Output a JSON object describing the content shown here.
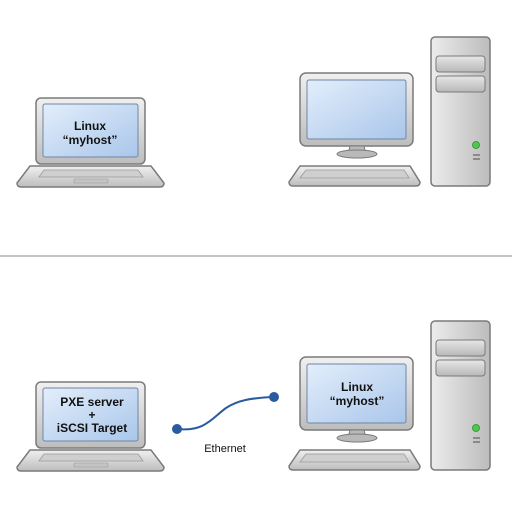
{
  "top_scene": {
    "laptop": {
      "line1": "Linux",
      "line2": "“myhost”"
    },
    "desktop": {
      "line1": "",
      "line2": ""
    }
  },
  "bottom_scene": {
    "laptop": {
      "line1": "PXE server",
      "line2": "+",
      "line3": "iSCSI Target"
    },
    "desktop": {
      "line1": "Linux",
      "line2": "“myhost”"
    },
    "cable": {
      "label": "Ethernet"
    }
  },
  "colors": {
    "screen": "#c9dcf3",
    "body": "#d8d8d8",
    "frame": "#7a7a7a",
    "cable": "#2a5aa0",
    "led": "#4cc84c",
    "divider": "#b0b0b0"
  },
  "icons": [
    "laptop-icon",
    "desktop-monitor-icon",
    "tower-case-icon",
    "ethernet-cable-icon"
  ]
}
